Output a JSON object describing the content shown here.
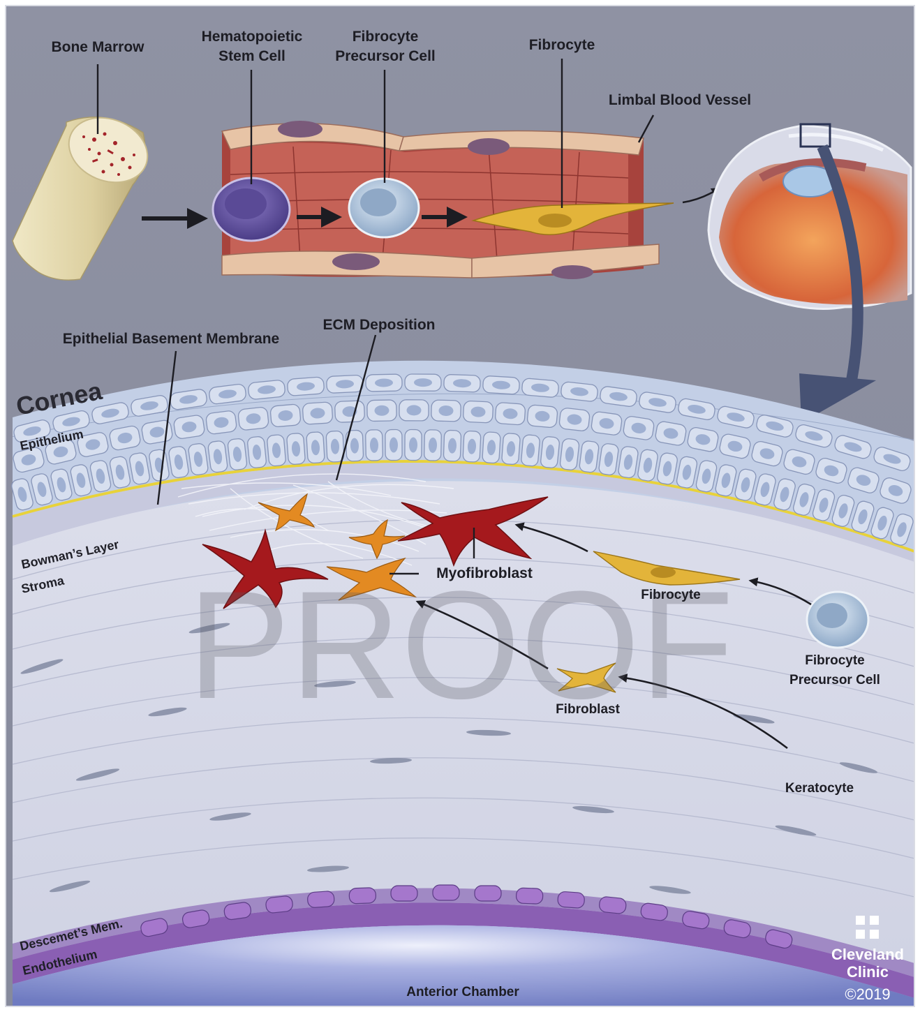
{
  "labels": {
    "bone_marrow": "Bone Marrow",
    "hsc_line1": "Hematopoietic",
    "hsc_line2": "Stem Cell",
    "fpc_top_line1": "Fibrocyte",
    "fpc_top_line2": "Precursor Cell",
    "fibrocyte_top": "Fibrocyte",
    "limbal_vessel": "Limbal Blood Vessel",
    "ebm": "Epithelial Basement Membrane",
    "ecm": "ECM Deposition",
    "cornea": "Cornea",
    "epithelium": "Epithelium",
    "bowmans": "Bowman’s Layer",
    "stroma": "Stroma",
    "myofibroblast": "Myofibroblast",
    "fibrocyte_mid": "Fibrocyte",
    "fpc_mid_line1": "Fibrocyte",
    "fpc_mid_line2": "Precursor Cell",
    "fibroblast": "Fibroblast",
    "keratocyte": "Keratocyte",
    "descemet": "Descemet’s Mem.",
    "endothelium": "Endothelium",
    "anterior_chamber": "Anterior Chamber",
    "watermark": "PROOF"
  },
  "brand": {
    "line1": "Cleveland",
    "line2": "Clinic",
    "copyright": "©2019",
    "icon": "cleveland-clinic-logo-icon"
  },
  "colors": {
    "background": "#8b8e9f",
    "bone": "#e2d6ac",
    "marrow": "#a3242a",
    "vessel_wall": "#b9534b",
    "vessel_cells": "#e7c4a6",
    "hsc": "#6b59a3",
    "fibrocyte_precursor": "#b7cbe0",
    "fibrocyte": "#e3b43a",
    "myofibroblast": "#a5191d",
    "activated_fibroblast": "#e38a22",
    "epithelium": "#c3cfe6",
    "basement_membrane": "#e8d23a",
    "stroma": "#d6d8e6",
    "descemet": "#a089c4",
    "endothelium": "#8a5fb3",
    "anterior_chamber": "#8e99d3",
    "flow_arrow": "#475274"
  }
}
